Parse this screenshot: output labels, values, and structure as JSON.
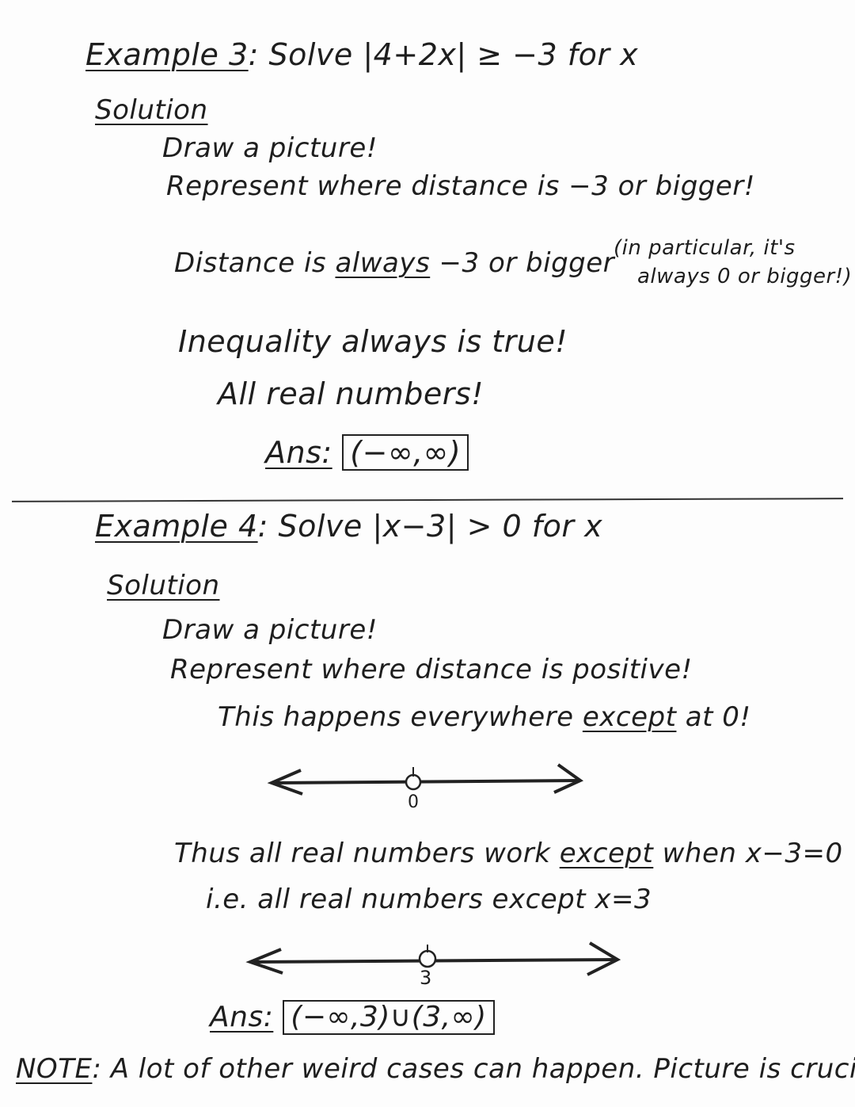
{
  "example3": {
    "label": "Example 3",
    "problem": ": Solve |4+2x| ≥ −3 for x",
    "solution_label": "Solution",
    "step1": "Draw a picture!",
    "step2": "Represent where distance is −3 or bigger!",
    "note_main_pre": "Distance is ",
    "note_main_emph": "always",
    "note_main_post": " −3 or bigger",
    "aside_line1": "(in particular, it's",
    "aside_line2": "always 0 or bigger!)",
    "conclusion1": "Inequality always is true!",
    "conclusion2": "All real numbers!",
    "ans_label": "Ans:",
    "answer": "(−∞,∞)"
  },
  "example4": {
    "label": "Example 4",
    "problem": ": Solve |x−3| > 0 for x",
    "solution_label": "Solution",
    "step1": "Draw a picture!",
    "step2": "Represent where distance is positive!",
    "step3_pre": "This happens everywhere ",
    "step3_emph": "except",
    "step3_post": " at 0!",
    "numberline1_label": "0",
    "thus_pre": "Thus all real numbers work ",
    "thus_emph": "except",
    "thus_post": " when x−3=0",
    "ie": "i.e. all real numbers except x=3",
    "numberline2_label": "3",
    "ans_label": "Ans:",
    "answer": "(−∞,3)∪(3,∞)"
  },
  "note": {
    "label": "NOTE",
    "text": ": A lot of other weird cases can happen. Picture is crucial!"
  }
}
